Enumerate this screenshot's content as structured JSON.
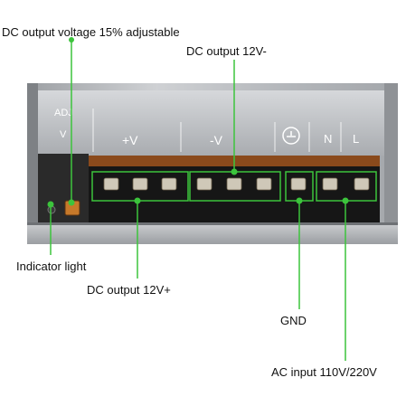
{
  "callouts": {
    "voltage_adjust": "DC output voltage 15% adjustable",
    "dc_minus": "DC output 12V-",
    "indicator": "Indicator light",
    "dc_plus": "DC output 12V+",
    "gnd": "GND",
    "ac_input": "AC input 110V/220V"
  },
  "panel": {
    "adj_label_top": "ADJ",
    "adj_label_bottom": "V",
    "plus_v_label": "+V",
    "minus_v_label": "-V",
    "n_label": "N",
    "l_label": "L"
  },
  "colors": {
    "callout_line": "#3cc43c",
    "casing": "#b9bcc0",
    "terminal_block": "#161616",
    "terminal_top": "#8a4a1c"
  }
}
